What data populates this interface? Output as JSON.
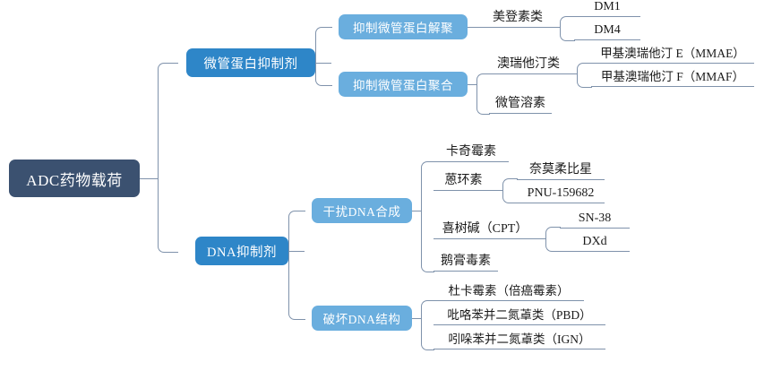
{
  "diagram": {
    "type": "mindmap",
    "title": "ADC药物载荷",
    "root": {
      "label": "ADC药物载荷"
    },
    "branches": [
      {
        "label": "微管蛋白抑制剂",
        "children": [
          {
            "label": "抑制微管蛋白解聚",
            "children": [
              {
                "label": "美登素类",
                "children": [
                  {
                    "label": "DM1"
                  },
                  {
                    "label": "DM4"
                  }
                ]
              }
            ]
          },
          {
            "label": "抑制微管蛋白聚合",
            "children": [
              {
                "label": "澳瑞他汀类",
                "children": [
                  {
                    "label": "甲基澳瑞他汀 E（MMAE）"
                  },
                  {
                    "label": "甲基澳瑞他汀 F（MMAF）"
                  }
                ]
              },
              {
                "label": "微管溶素"
              }
            ]
          }
        ]
      },
      {
        "label": "DNA抑制剂",
        "children": [
          {
            "label": "干扰DNA合成",
            "children": [
              {
                "label": "卡奇霉素"
              },
              {
                "label": "蒽环素",
                "children": [
                  {
                    "label": "奈莫柔比星"
                  },
                  {
                    "label": "PNU-159682"
                  }
                ]
              },
              {
                "label": "喜树碱（CPT）",
                "children": [
                  {
                    "label": "SN-38"
                  },
                  {
                    "label": "DXd"
                  }
                ]
              },
              {
                "label": "鹅膏毒素"
              }
            ]
          },
          {
            "label": "破坏DNA结构",
            "children": [
              {
                "label": "杜卡霉素（倍癌霉素）"
              },
              {
                "label": "吡咯苯并二氮䓬类（PBD）"
              },
              {
                "label": "吲哚苯并二氮䓬类（IGN）"
              }
            ]
          }
        ]
      }
    ]
  },
  "colors": {
    "root_fill": "#3b5170",
    "level2_fill": "#2e86c8",
    "level3_fill": "#6aaede",
    "connector": "#7f92ab",
    "leaf_text": "#1a1a1a",
    "background": "#ffffff"
  }
}
